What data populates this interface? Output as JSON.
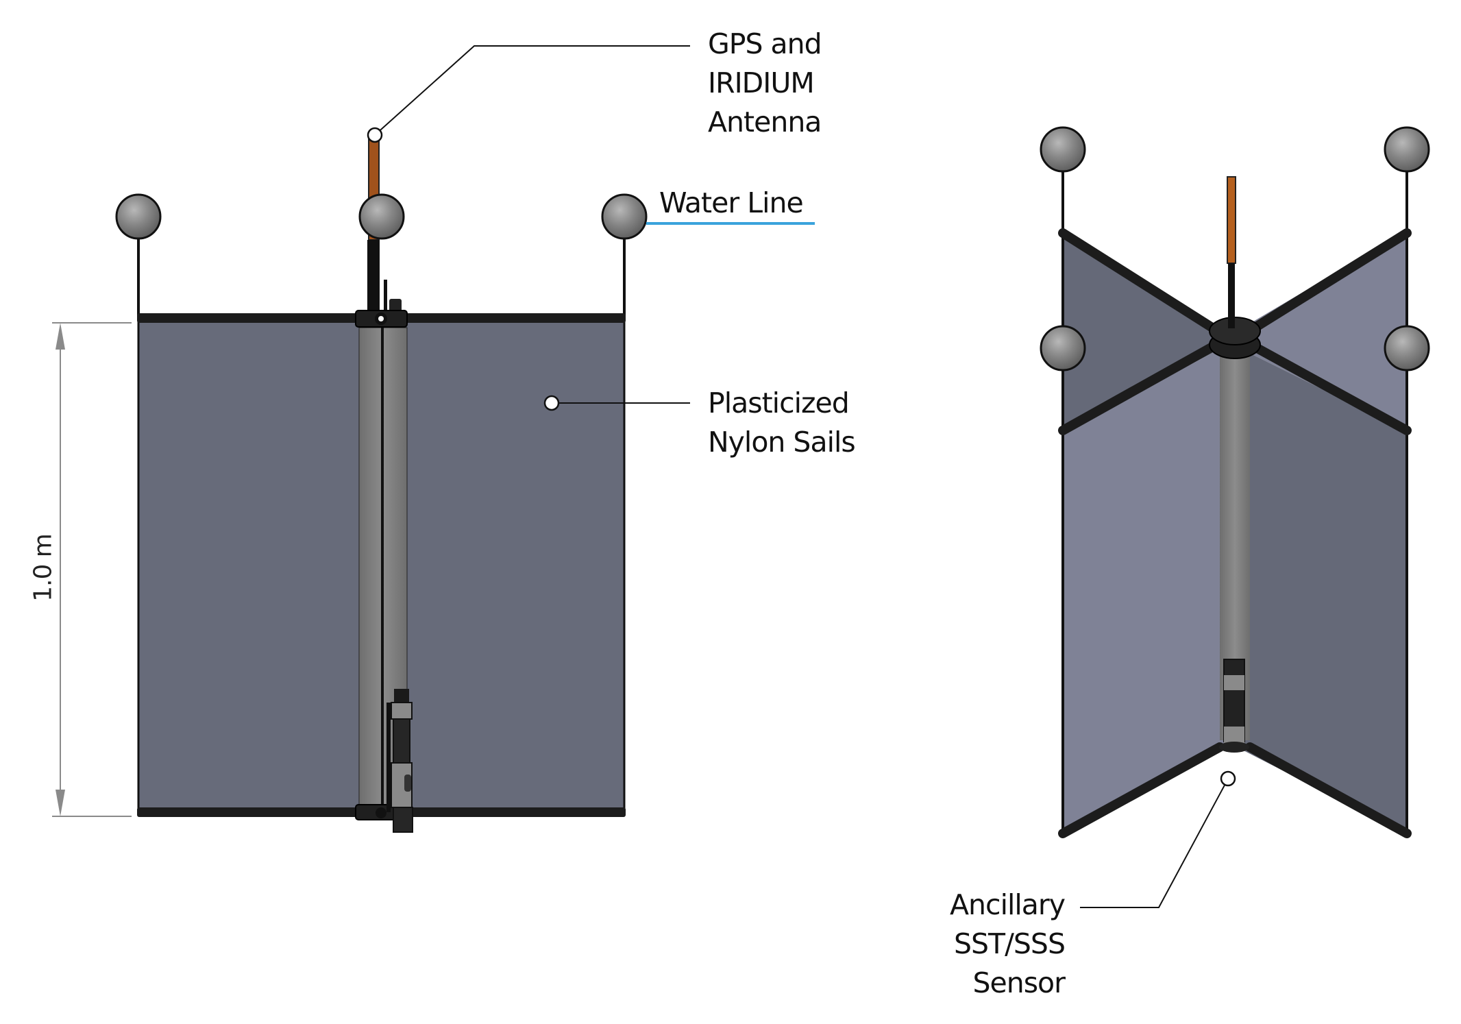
{
  "labels": {
    "antenna": [
      "GPS and",
      "IRIDIUM",
      "Antenna"
    ],
    "water_line": "Water Line",
    "sails": [
      "Plasticized",
      "Nylon Sails"
    ],
    "sensor": [
      "Ancillary",
      "SST/SSS",
      "Sensor"
    ],
    "dimension": "1.0 m"
  },
  "colors": {
    "sail_front": "#676b7a",
    "sail_light": "#7f8296",
    "sail_dark": "#656978",
    "mast": "#808080",
    "antenna": "#a0521c",
    "water_line": "#3aa3dc",
    "float": "#858585",
    "frame": "#1c1c1c"
  }
}
